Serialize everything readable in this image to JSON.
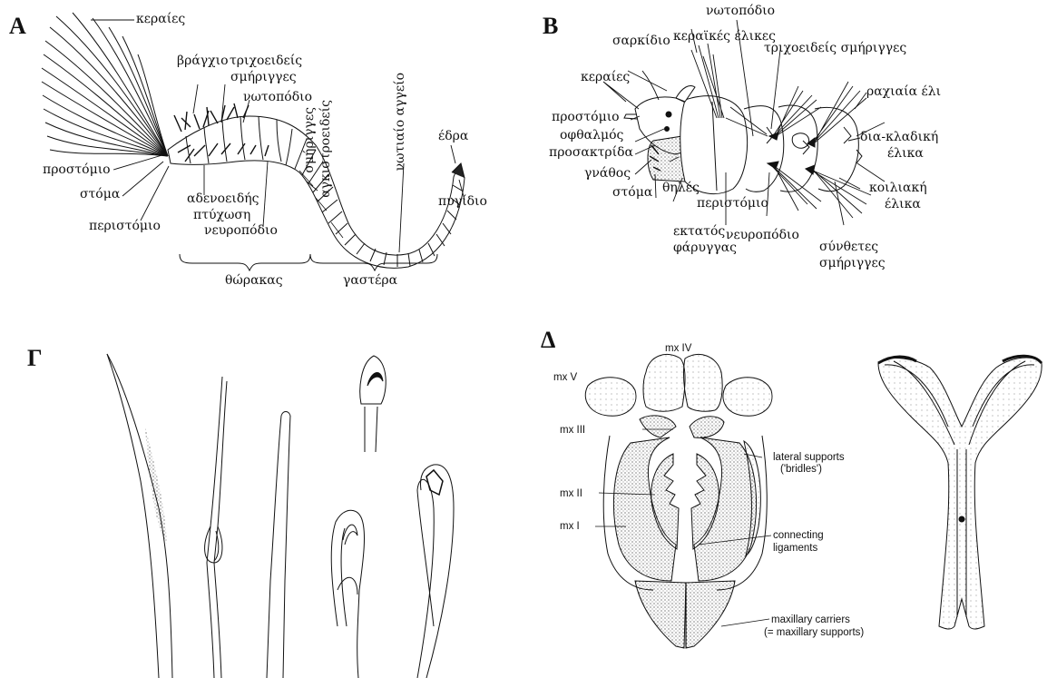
{
  "panels": {
    "A": {
      "letter": "A",
      "labels": {
        "keraies": "κεραίες",
        "branchio": "βράγχιο",
        "trichoeideis": "τριχοειδείς",
        "smiringes": "σμήριγγες",
        "notopodio": "νωτοπόδιο",
        "prostomio": "προστόμιο",
        "stoma": "στόμα",
        "peristomio": "περιστόμιο",
        "adenoeidis": "αδενοειδής",
        "ptyxosi": "πτύχωση",
        "neuropodio": "νευροπόδιο",
        "vert_smiringes": "σμήριγγες",
        "vert_agkistroeideis": "αγκιστροειδείς",
        "vert_notiaio": "νωτιαίο αγγείο",
        "edra": "έδρα",
        "pygidio": "πυγίδιο",
        "thorakas": "θώρακας",
        "gastera": "γαστέρα"
      }
    },
    "B": {
      "letter": "B",
      "labels": {
        "notopodio": "νωτοπόδιο",
        "sarkidio": "σαρκίδιο",
        "keraikes": "κεραϊκές έλικες",
        "trichoeideis": "τριχοειδείς σμήριγγες",
        "keraies": "κεραίες",
        "rachiaia": "ραχιαία έλι",
        "prostomio": "προστόμιο",
        "ofthalmos": "οφθαλμός",
        "prosaktrida": "προσακτρίδα",
        "diakladiki": "δια-κλαδική",
        "elika1": "έλικα",
        "gnathos": "γνάθος",
        "thiles": "θηλές",
        "stoma": "στόμα",
        "peristomio": "περιστόμιο",
        "koiliaki": "κοιλιακή",
        "elika2": "έλικα",
        "ektatos": "εκτατός",
        "farygas": "φάρυγγας",
        "neuropodio": "νευροπόδιο",
        "syntheteis": "σύνθετες",
        "smiringes": "σμήριγγες"
      }
    },
    "G": {
      "letter": "Γ"
    },
    "D": {
      "letter": "Δ",
      "labels": {
        "mxIV": "mx IV",
        "mxV": "mx V",
        "mxIII": "mx III",
        "mxII": "mx II",
        "mxI": "mx I",
        "lateral1": "lateral supports",
        "lateral2": "('bridles')",
        "connecting1": "connecting",
        "connecting2": "ligaments",
        "carriers1": "maxillary carriers",
        "carriers2": "(= maxillary supports)"
      }
    }
  }
}
